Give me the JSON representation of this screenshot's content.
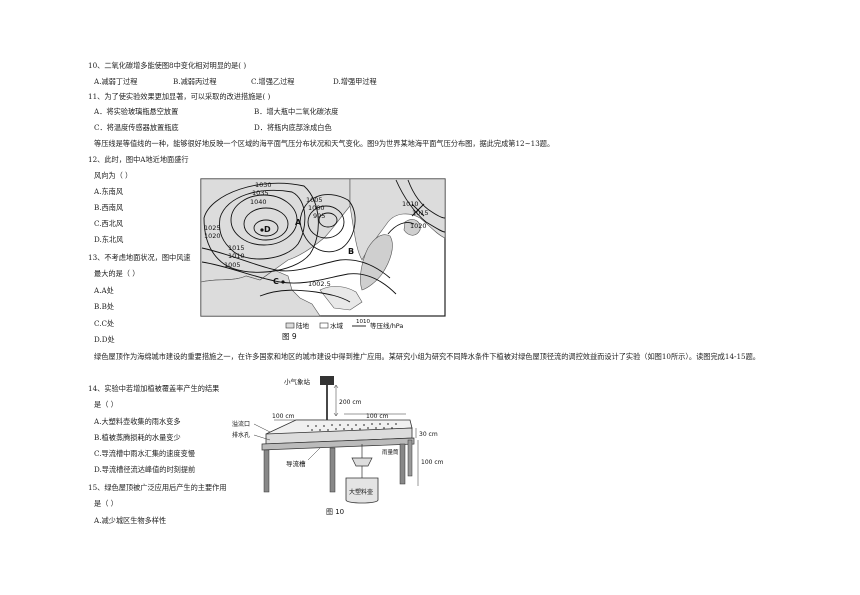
{
  "q10": {
    "stem": "10、二氧化碳增多能使图8中变化相对明显的是(        )",
    "options": [
      "A.减弱丁过程",
      "B.减弱丙过程",
      "C.增强乙过程",
      "D.增强甲过程"
    ]
  },
  "q11": {
    "stem": "11、为了使实验效果更加显著，可以采取的改进措施是(        )",
    "options": [
      "A．将实验玻璃瓶悬空放置",
      "B．增大瓶中二氧化碳浓度",
      "C．将温度传感器放置瓶底",
      "D．将瓶内底部涂成白色"
    ]
  },
  "intro1": "等压线是等值线的一种，能够很好地反映一个区域的海平面气压分布状况和天气变化。图9为世界某地海平面气压分布图，据此完成第12~13题。",
  "q12": {
    "stem1": "12、此时，图中A地近地面盛行",
    "stem2": "风向为（        ）",
    "options": [
      "A.东南风",
      "B.西南风",
      "C.西北风",
      "D.东北风"
    ]
  },
  "q13": {
    "stem1": "13、不考虑地面状况，图中风速",
    "stem2": "最大的是（        ）",
    "options": [
      "A.A处",
      "B.B处",
      "C.C处",
      "D.D处"
    ]
  },
  "fig9": {
    "caption": "图 9",
    "legend_land": "陆地",
    "legend_water": "水域",
    "legend_isobar_value": "1010",
    "legend_isobar_label": "等压线/hPa",
    "labels": {
      "p1030": "1030",
      "p1035": "1035",
      "p1040": "1040",
      "p1025": "1025",
      "p1020": "1020",
      "p1015": "1015",
      "p1010": "1010",
      "p1005": "1005",
      "p1005b": "1005",
      "p1000": "1000",
      "p995": "995",
      "p1010r": "1010",
      "p1015r": "1015",
      "p1020r": "1020",
      "p10025": "1002.5",
      "A": "A",
      "B": "B",
      "C": "C",
      "D": "D"
    }
  },
  "intro2": "绿色屋顶作为海绵城市建设的重要措施之一，在许多国家和地区的城市建设中得到推广应用。某研究小组为研究不同降水条件下植被对绿色屋顶径流的调控效益而设计了实验（如图10所示）。读图完成14-15题。",
  "q14": {
    "stem1": "14、实验中若增加植被覆盖率产生的结果",
    "stem2": "是（        ）",
    "options": [
      "A.大塑料壶收集的雨水变多",
      "B.植被蒸腾损耗的水量变少",
      "C.导流槽中雨水汇集的速度变慢",
      "D.导流槽径流达峰值的时刻提前"
    ]
  },
  "q15": {
    "stem1": "15、绿色屋顶被广泛应用后产生的主要作用",
    "stem2": "是（        ）",
    "options": [
      "A.减少城区生物多样性"
    ]
  },
  "fig10": {
    "caption": "图 10",
    "station": "小气象站",
    "d200": "200 cm",
    "d100a": "100 cm",
    "d100b": "100 cm",
    "d30": "30 cm",
    "d100c": "100 cm",
    "overflow": "溢流口",
    "drain": "排水孔",
    "channel": "导流槽",
    "gauge": "雨量筒",
    "bucket": "大塑料壶"
  }
}
